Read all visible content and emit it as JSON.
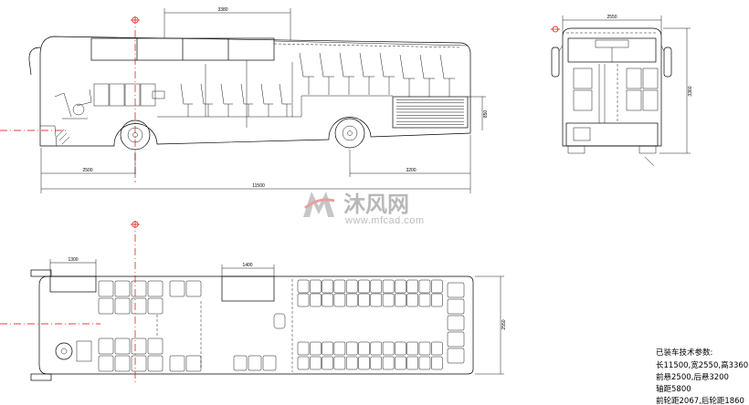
{
  "side_view": {
    "roof_unit_length": "3380",
    "front_overhang": "2500",
    "rear_overhang": "3200",
    "overall_length": "11500",
    "rear_height": "850"
  },
  "front_view": {
    "width": "2550",
    "height": "3360"
  },
  "plan_view": {
    "front_box_length": "1300",
    "mid_box_length": "1400",
    "width": "2550"
  },
  "watermark": {
    "brand": "沐风网",
    "url": "www.mfcad.com"
  },
  "specs": {
    "heading": "已装车技术参数:",
    "lines": [
      "长11500,宽2550,高3360",
      "前悬2500,后悬3200",
      "轴距5800",
      "前轮距2067,后轮距1860"
    ]
  },
  "colors": {
    "line": "#000000",
    "centerline": "#e00000",
    "watermark": "#b8b8b8"
  }
}
